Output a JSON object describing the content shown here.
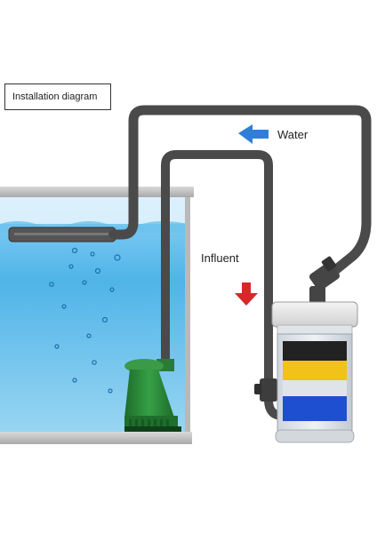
{
  "diagram": {
    "title": "Installation diagram",
    "labels": {
      "water": "Water",
      "influent": "Influent"
    },
    "arrows": {
      "water_direction": "left",
      "influent_direction": "down"
    },
    "colors": {
      "water_arrow": "#2f7fd8",
      "influent_arrow": "#d62828",
      "pipe": "#4a4a4a",
      "pump": "#2f8a3a",
      "water": "#4fb4e8",
      "filter_sponge_black": "#222222",
      "filter_sponge_yellow": "#f2c21b",
      "filter_sponge_blue": "#1f4fd1"
    }
  }
}
